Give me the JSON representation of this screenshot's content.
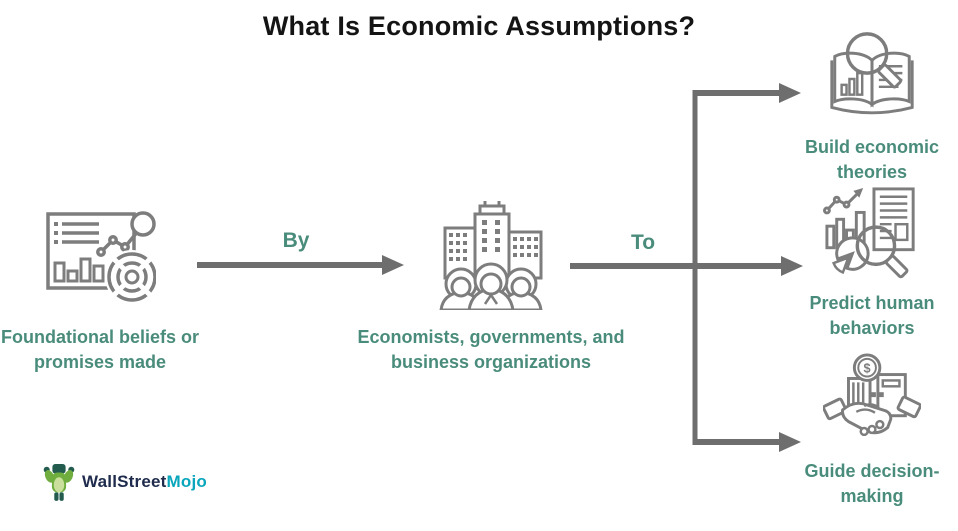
{
  "title": "What Is Economic Assumptions?",
  "connectors": {
    "by": "By",
    "to": "To"
  },
  "nodes": {
    "source": {
      "label": "Foundational beliefs or promises made",
      "icon": "analytics-dashboard-icon"
    },
    "actor": {
      "label": "Economists, governments, and business organizations",
      "icon": "buildings-people-icon"
    }
  },
  "outcomes": [
    {
      "label": "Build economic theories",
      "icon": "book-magnifier-icon"
    },
    {
      "label": "Predict human behaviors",
      "icon": "chart-magnifier-icon"
    },
    {
      "label": "Guide decision-making",
      "icon": "handshake-money-icon"
    }
  ],
  "glyphs": {
    "dollar": "$"
  },
  "logo": {
    "part1": "WallStreet",
    "part2": "Mojo",
    "icon": "wallstreetmojo-mascot-icon"
  },
  "colors": {
    "label_teal": "#4a8c7b",
    "arrow_gray": "#6e6e6e",
    "icon_gray": "#7d7d7d",
    "title_black": "#141414",
    "logo_navy": "#1e2b4c",
    "logo_cyan": "#0aa6bc",
    "logo_green": "#6fae3e"
  }
}
